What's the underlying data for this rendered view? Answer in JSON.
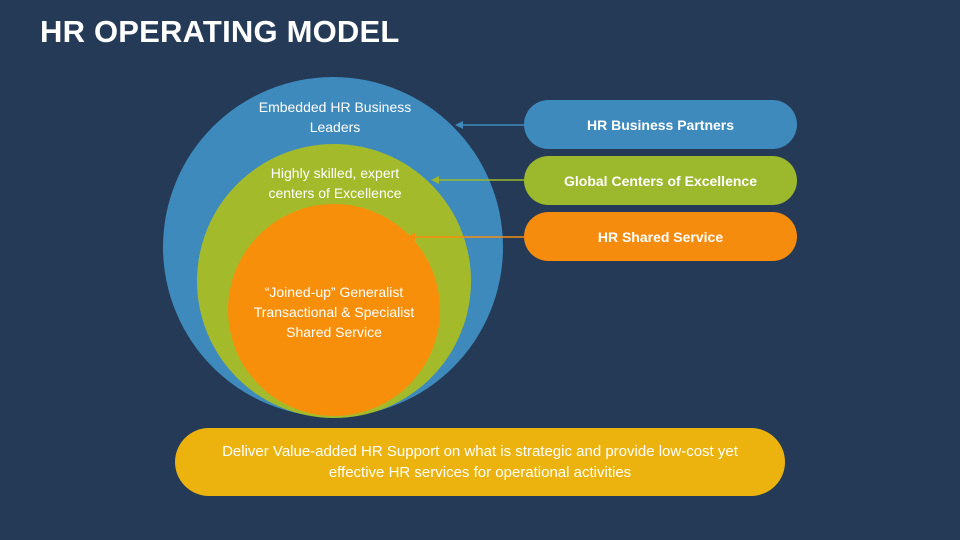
{
  "title": "HR OPERATING MODEL",
  "circles": {
    "outer": {
      "text": "Embedded HR Business Leaders",
      "color": "#3e8abd"
    },
    "middle": {
      "text": "Highly skilled, expert centers of Excellence",
      "color": "#a3bb2b"
    },
    "inner": {
      "text": "“Joined-up” Generalist Transactional & Specialist Shared Service",
      "color": "#f78f0b"
    }
  },
  "pills": [
    {
      "label": "HR Business Partners",
      "color": "#3f8abd"
    },
    {
      "label": "Global Centers of Excellence",
      "color": "#9cb82c"
    },
    {
      "label": "HR Shared Service",
      "color": "#f68c0e"
    }
  ],
  "banner": {
    "text": "Deliver Value-added HR Support on what is strategic and provide low-cost yet effective HR services for operational activities",
    "color": "#ecb30f"
  }
}
